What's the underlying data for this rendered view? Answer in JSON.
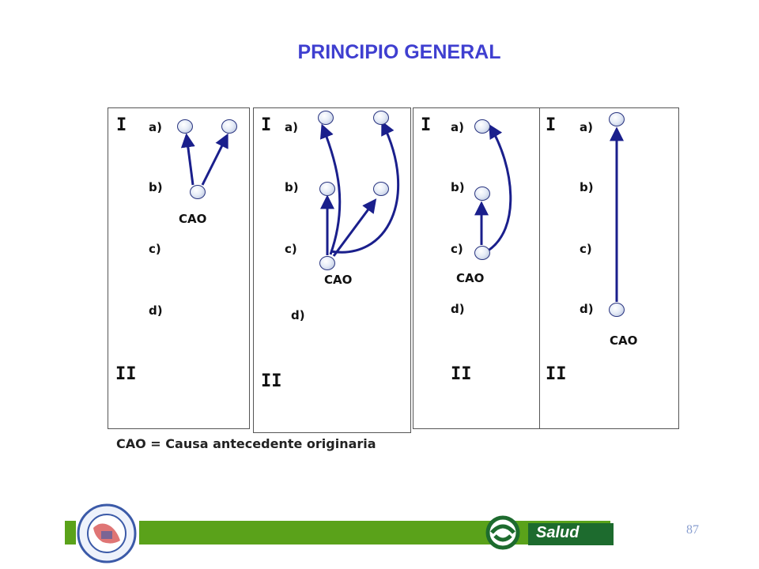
{
  "title": "PRINCIPIO GENERAL",
  "panels": [
    {
      "top_label": "I",
      "items": [
        "a)",
        "b)",
        "c)",
        "d)"
      ],
      "bottom_label": "II",
      "cao_label": "CAO"
    },
    {
      "top_label": "I",
      "items": [
        "a)",
        "b)",
        "c)",
        "d)"
      ],
      "bottom_label": "II",
      "cao_label": "CAO"
    },
    {
      "top_label": "I",
      "items": [
        "a)",
        "b)",
        "c)",
        "d)"
      ],
      "bottom_label": "II",
      "cao_label": "CAO"
    },
    {
      "top_label": "I",
      "items": [
        "a)",
        "b)",
        "c)",
        "d)"
      ],
      "bottom_label": "II",
      "cao_label": "CAO"
    }
  ],
  "legend": "CAO = Causa antecedente originaria",
  "footer": {
    "brand": "Salud",
    "page_number": "87",
    "accent_color": "#5aa21a",
    "arrow_color": "#1a1f8c"
  },
  "icons": [
    "cemece-seal-icon",
    "salud-logo-icon"
  ]
}
